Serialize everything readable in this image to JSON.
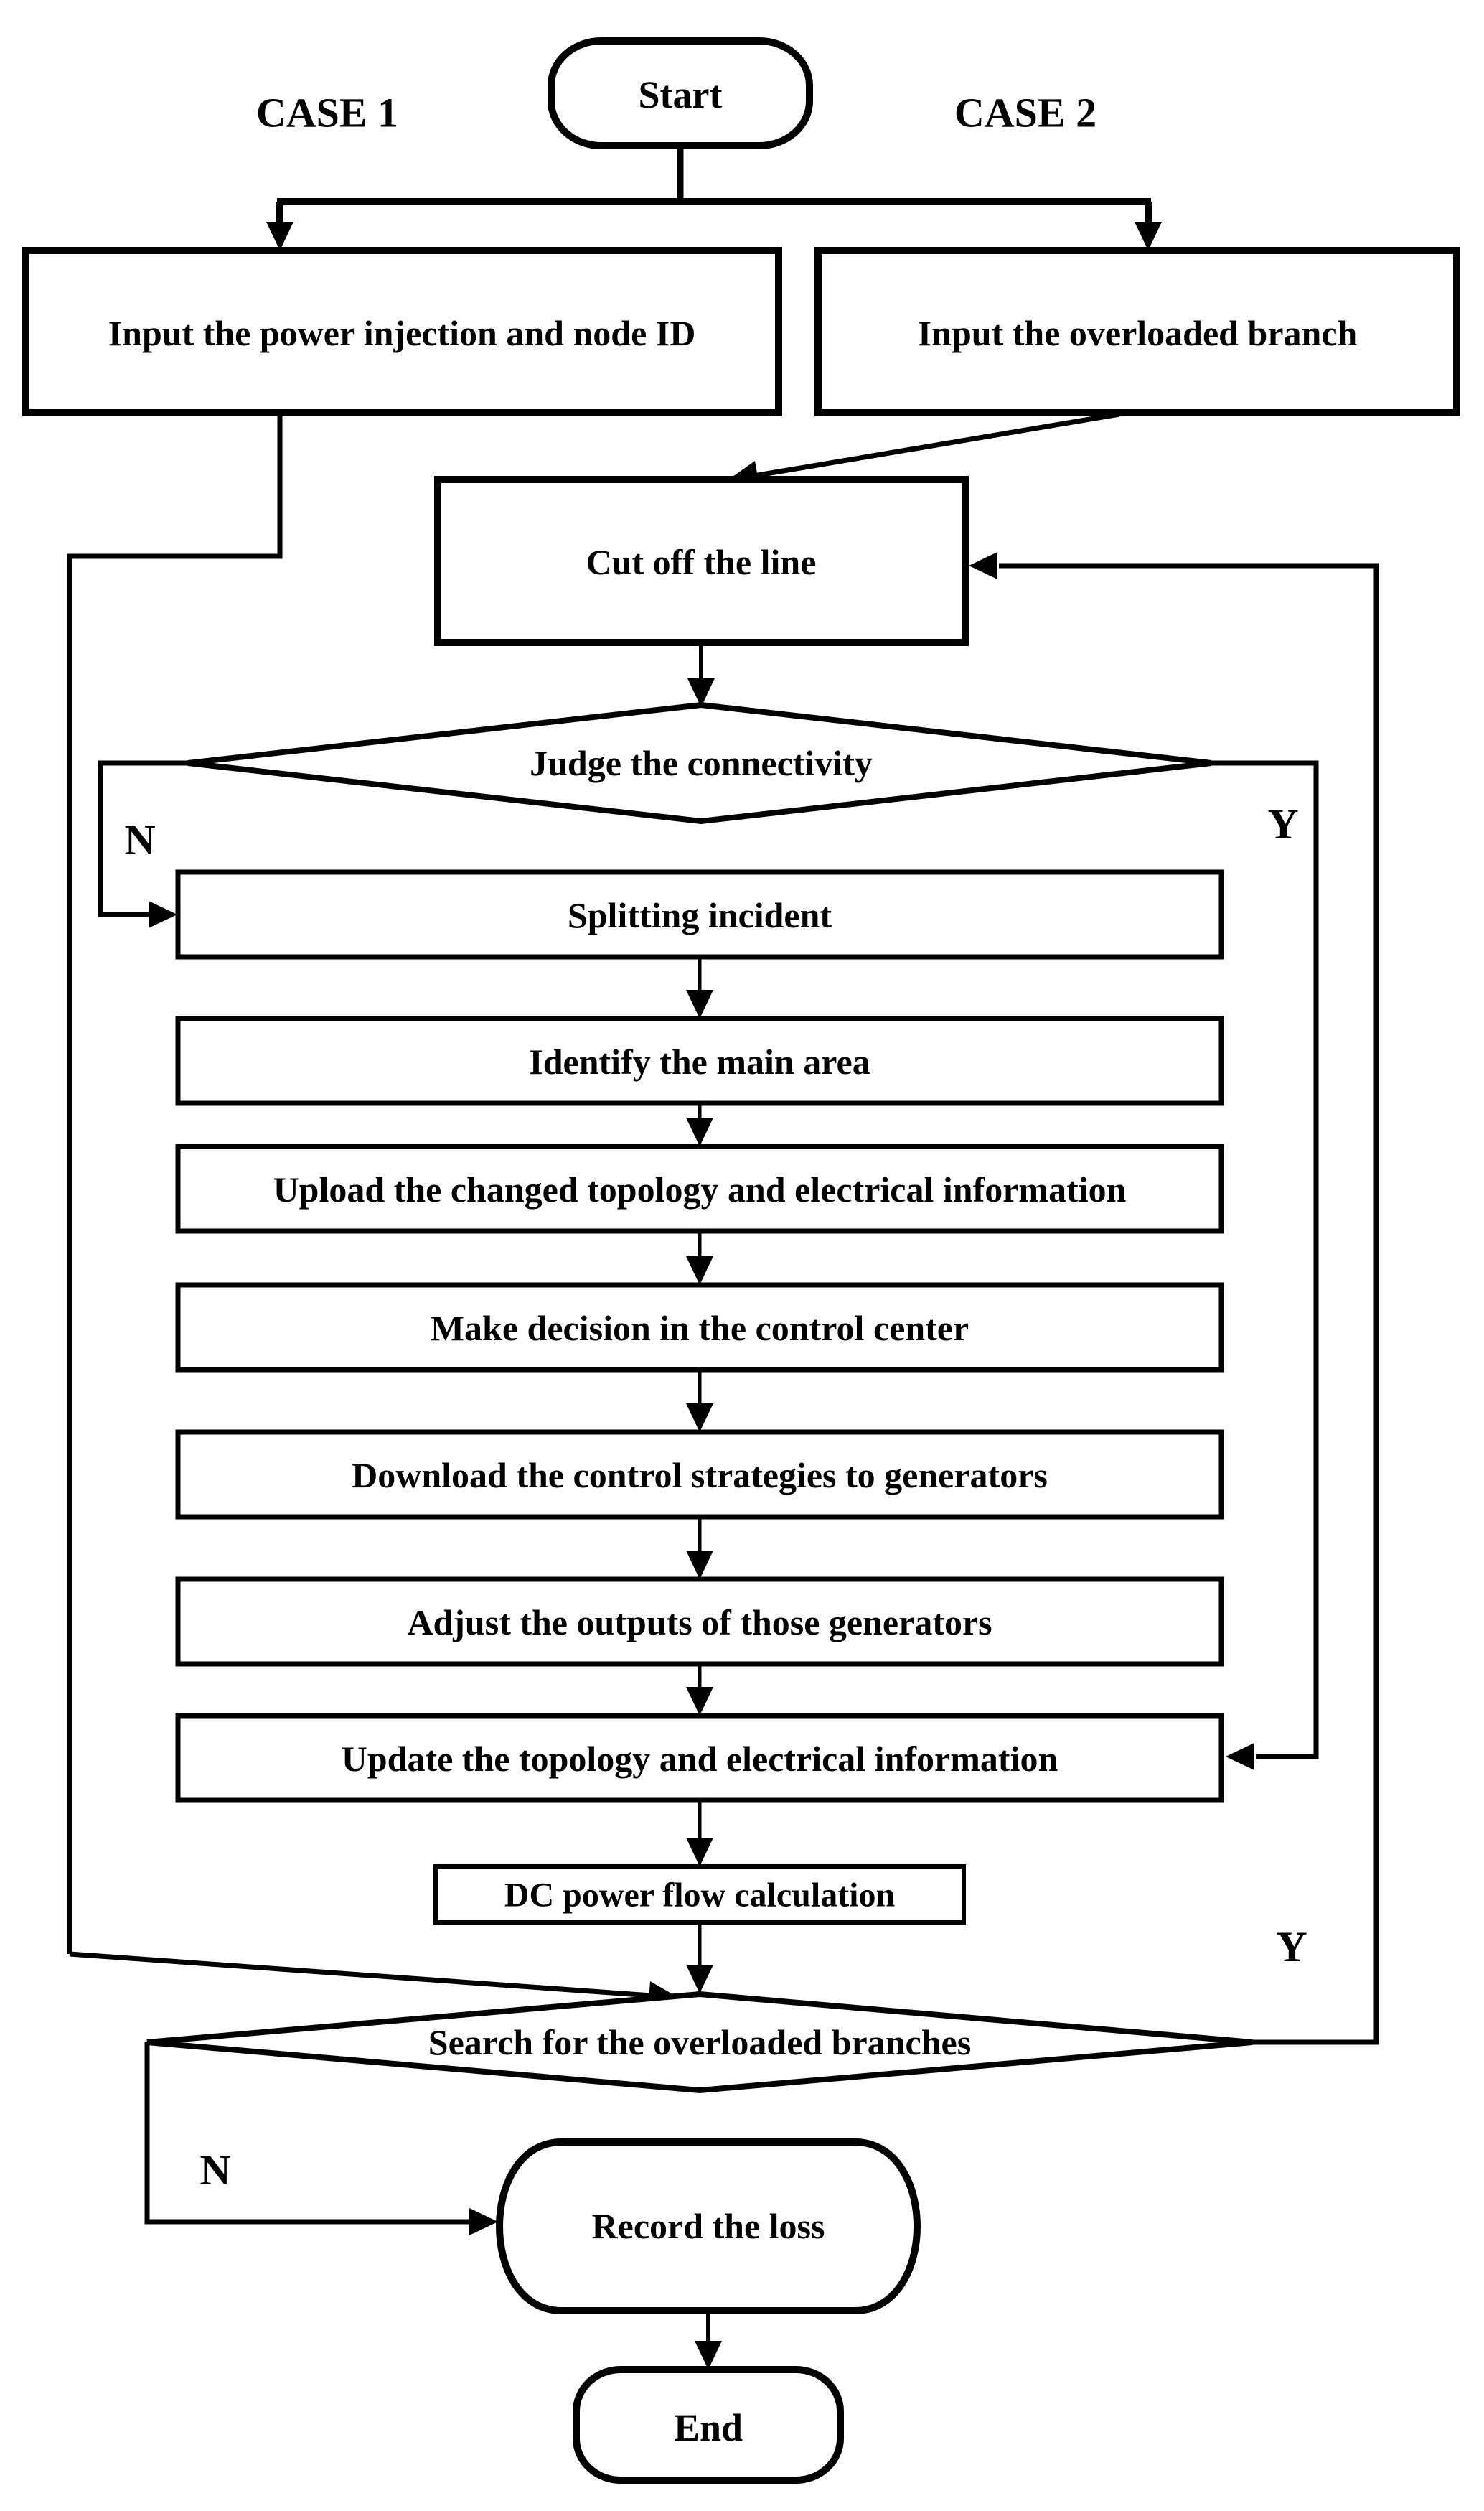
{
  "figure": {
    "type": "flowchart",
    "background": "#ffffff",
    "ink": "#000000"
  },
  "labels": {
    "case1": "CASE 1",
    "case2": "CASE 2",
    "yes": "Y",
    "no": "N"
  },
  "nodes": {
    "start": "Start",
    "input_case1": "Input the power injection and node ID",
    "input_case2": "Input the overloaded branch",
    "cut_off": "Cut off the line",
    "judge": "Judge the connectivity",
    "splitting": "Splitting incident",
    "identify": "Identify the main area",
    "upload": "Upload the changed topology and electrical information",
    "decision": "Make decision in the control center",
    "download": "Download the control strategies to generators",
    "adjust": "Adjust the outputs of those generators",
    "update": "Update the topology and electrical information",
    "dc_flow": "DC power flow calculation",
    "search": "Search for the overloaded branches",
    "record": "Record the loss",
    "end": "End"
  },
  "edges": [
    {
      "from": "start",
      "to": "input_case1",
      "label": "CASE 1"
    },
    {
      "from": "start",
      "to": "input_case2",
      "label": "CASE 2"
    },
    {
      "from": "input_case1",
      "to": "search",
      "label": ""
    },
    {
      "from": "input_case2",
      "to": "cut_off",
      "label": ""
    },
    {
      "from": "cut_off",
      "to": "judge",
      "label": ""
    },
    {
      "from": "judge",
      "to": "splitting",
      "label": "N"
    },
    {
      "from": "judge",
      "to": "update",
      "label": "Y"
    },
    {
      "from": "splitting",
      "to": "identify",
      "label": ""
    },
    {
      "from": "identify",
      "to": "upload",
      "label": ""
    },
    {
      "from": "upload",
      "to": "decision",
      "label": ""
    },
    {
      "from": "decision",
      "to": "download",
      "label": ""
    },
    {
      "from": "download",
      "to": "adjust",
      "label": ""
    },
    {
      "from": "adjust",
      "to": "update",
      "label": ""
    },
    {
      "from": "update",
      "to": "dc_flow",
      "label": ""
    },
    {
      "from": "dc_flow",
      "to": "search",
      "label": ""
    },
    {
      "from": "search",
      "to": "cut_off",
      "label": "Y"
    },
    {
      "from": "search",
      "to": "record",
      "label": "N"
    },
    {
      "from": "record",
      "to": "end",
      "label": ""
    }
  ]
}
